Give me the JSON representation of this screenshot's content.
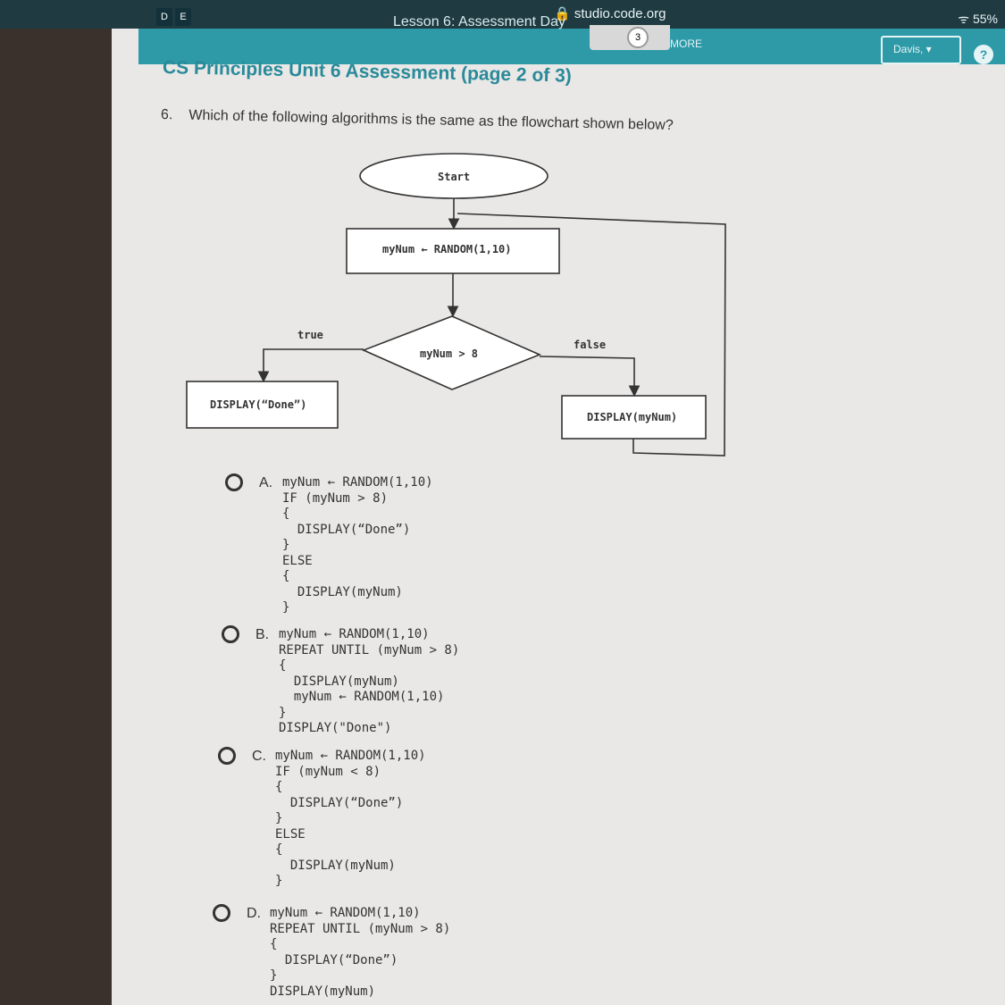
{
  "browser": {
    "url": "studio.code.org",
    "battery": "55%"
  },
  "header": {
    "badges": [
      "D",
      "E"
    ],
    "lesson": "Lesson 6: Assessment Day",
    "progress_current": "3",
    "more": "MORE",
    "user": "Davis,",
    "help": "?"
  },
  "page": {
    "title": "CS Principles Unit 6 Assessment (page 2 of 3)"
  },
  "question": {
    "number": "6.",
    "text": "Which of the following algorithms is the same as the flowchart shown below?"
  },
  "flowchart": {
    "start": "Start",
    "assign": "myNum ← RANDOM(1,10)",
    "decision": "myNum > 8",
    "true_label": "true",
    "false_label": "false",
    "true_box": "DISPLAY(“Done”)",
    "false_box": "DISPLAY(myNum)"
  },
  "options": [
    {
      "letter": "A.",
      "lines": [
        "myNum ← RANDOM(1,10)",
        "IF (myNum > 8)",
        "{",
        "  DISPLAY(“Done”)",
        "}",
        "ELSE",
        "{",
        "  DISPLAY(myNum)",
        "}"
      ]
    },
    {
      "letter": "B.",
      "lines": [
        "myNum ← RANDOM(1,10)",
        "REPEAT UNTIL (myNum > 8)",
        "{",
        "  DISPLAY(myNum)",
        "  myNum ← RANDOM(1,10)",
        "}",
        "DISPLAY(\"Done\")"
      ]
    },
    {
      "letter": "C.",
      "lines": [
        "myNum ← RANDOM(1,10)",
        "IF (myNum < 8)",
        "{",
        "  DISPLAY(“Done”)",
        "}",
        "ELSE",
        "{",
        "  DISPLAY(myNum)",
        "}"
      ]
    },
    {
      "letter": "D.",
      "lines": [
        "myNum ← RANDOM(1,10)",
        "REPEAT UNTIL (myNum > 8)",
        "{",
        "  DISPLAY(“Done”)",
        "}",
        "DISPLAY(myNum)"
      ]
    }
  ]
}
